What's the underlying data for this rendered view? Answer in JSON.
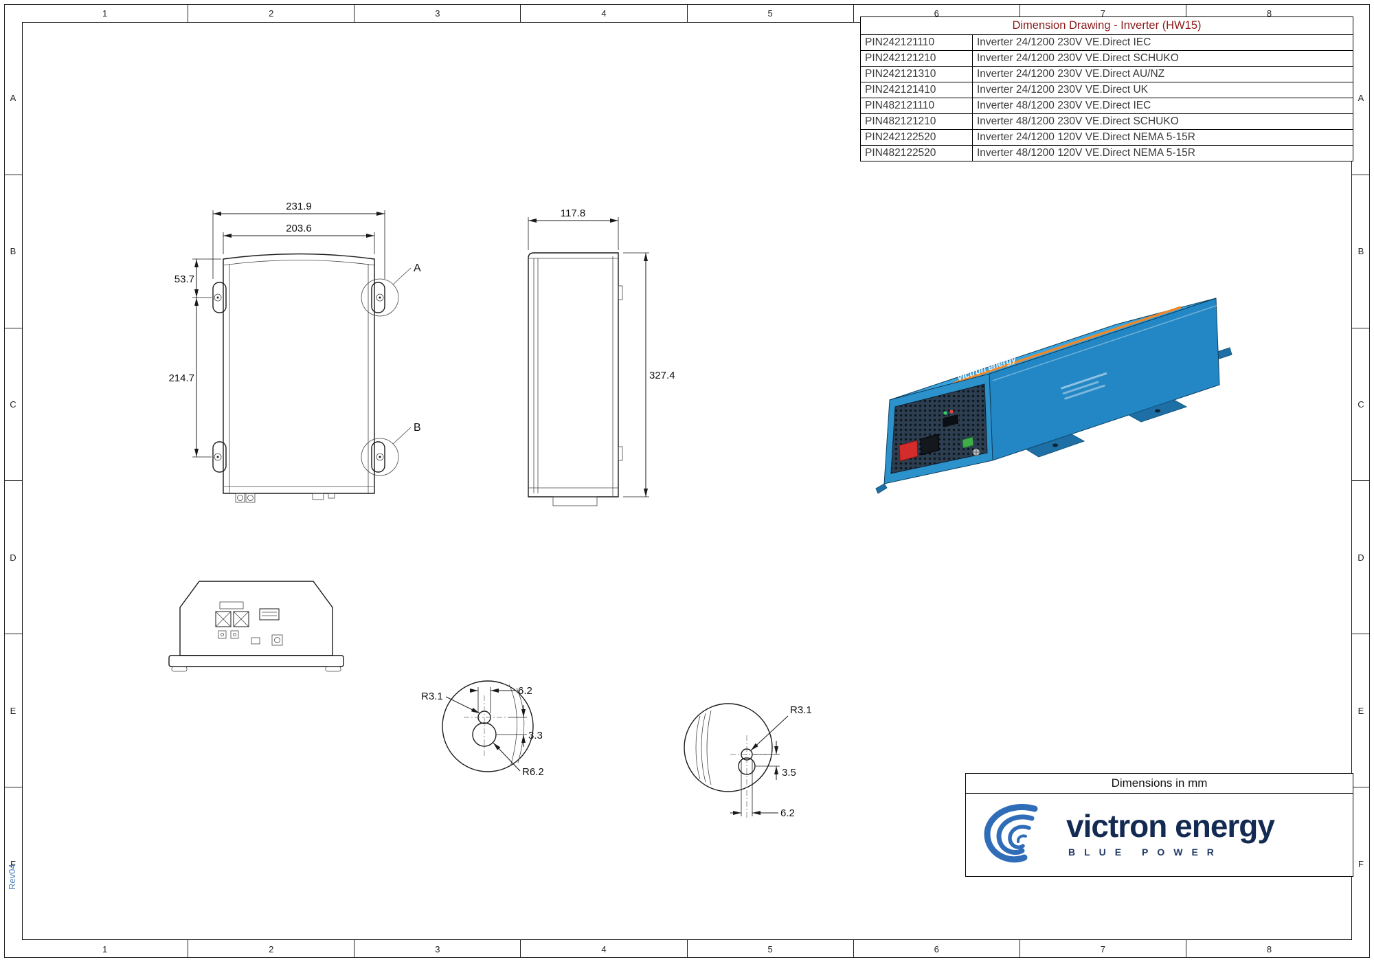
{
  "sheet": {
    "rev": "Rev04",
    "zone_cols": [
      "1",
      "2",
      "3",
      "4",
      "5",
      "6",
      "7",
      "8"
    ],
    "zone_rows": [
      "A",
      "B",
      "C",
      "D",
      "E",
      "F"
    ]
  },
  "parts_table": {
    "title": "Dimension Drawing - Inverter (HW15)",
    "rows": [
      {
        "pin": "PIN242121110",
        "desc": "Inverter 24/1200 230V VE.Direct IEC"
      },
      {
        "pin": "PIN242121210",
        "desc": "Inverter 24/1200 230V VE.Direct SCHUKO"
      },
      {
        "pin": "PIN242121310",
        "desc": "Inverter 24/1200 230V VE.Direct AU/NZ"
      },
      {
        "pin": "PIN242121410",
        "desc": "Inverter 24/1200 230V VE.Direct UK"
      },
      {
        "pin": "PIN482121110",
        "desc": "Inverter 48/1200 230V VE.Direct IEC"
      },
      {
        "pin": "PIN482121210",
        "desc": "Inverter 48/1200 230V VE.Direct SCHUKO"
      },
      {
        "pin": "PIN242122520",
        "desc": "Inverter 24/1200 120V VE.Direct NEMA 5-15R"
      },
      {
        "pin": "PIN482122520",
        "desc": "Inverter 48/1200 120V VE.Direct NEMA 5-15R"
      }
    ]
  },
  "views": {
    "front": {
      "dim_overall_width": "231.9",
      "dim_body_width": "203.6",
      "dim_top_offset": "53.7",
      "dim_hole_spacing": "214.7",
      "callout_a": "A",
      "callout_b": "B"
    },
    "side": {
      "dim_depth": "117.8",
      "dim_height": "327.4"
    },
    "detail_a": {
      "radius_small": "R3.1",
      "slot_width": "6.2",
      "center_offset": "3.3",
      "radius_large": "R6.2"
    },
    "detail_b": {
      "radius_small": "R3.1",
      "center_offset": "3.5",
      "slot_width": "6.2"
    }
  },
  "product_3d": {
    "top_label": "victron energy"
  },
  "title_block": {
    "units_note": "Dimensions in mm",
    "brand": "victron energy",
    "tagline": "BLUE POWER"
  },
  "colors": {
    "product_blue": "#38a5e0",
    "product_blue_dark": "#2287c4",
    "flange_blue": "#1e6fa6",
    "accent_orange": "#f0882a",
    "table_title_red": "#8b1a1a",
    "brand_navy": "#132a52",
    "logo_blue": "#2f6db8",
    "rev_blue": "#4a7ebb"
  }
}
